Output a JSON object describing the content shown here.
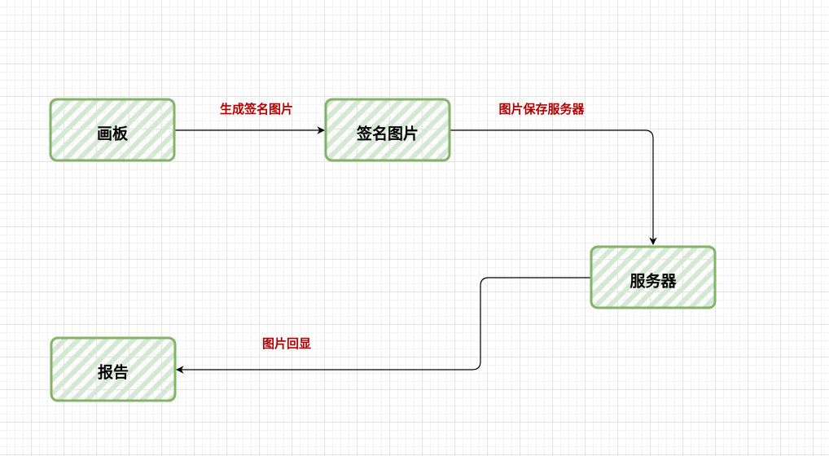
{
  "diagram": {
    "nodes": {
      "canvas_board": {
        "label": "画板"
      },
      "signature_image": {
        "label": "签名图片"
      },
      "server": {
        "label": "服务器"
      },
      "report": {
        "label": "报告"
      }
    },
    "edges": {
      "generate_signature": {
        "label": "生成签名图片"
      },
      "save_to_server": {
        "label": "图片保存服务器"
      },
      "image_echo": {
        "label": "图片回显"
      }
    },
    "colors": {
      "node_stroke": "#82b366",
      "node_fill": "#d5e8d4",
      "edge_stroke": "#000000",
      "edge_label": "#b20000"
    }
  }
}
